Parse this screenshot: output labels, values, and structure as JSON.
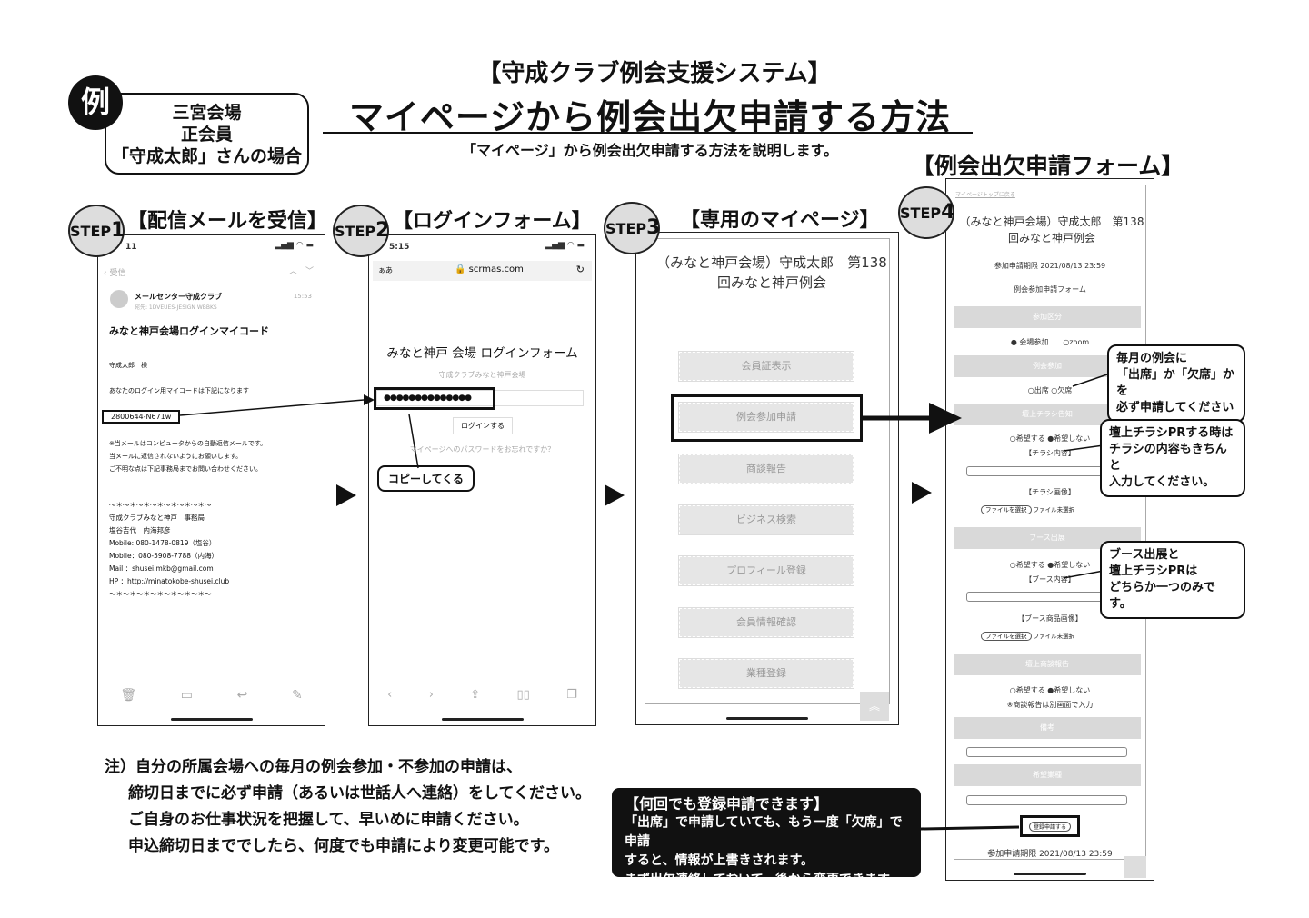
{
  "header": {
    "subtitle": "【守成クラブ例会支援システム】",
    "title": "マイページから例会出欠申請する方法",
    "description": "「マイページ」から例会出欠申請する方法を説明します。"
  },
  "example": {
    "badge": "例",
    "lines": [
      "三宮会場",
      "正会員",
      "「守成太郎」さんの場合"
    ]
  },
  "steps": [
    {
      "badge": "STEP",
      "num": "1",
      "title": "【配信メールを受信】"
    },
    {
      "badge": "STEP",
      "num": "2",
      "title": "【ログインフォーム】"
    },
    {
      "badge": "STEP",
      "num": "3",
      "title": "【専用のマイページ】"
    },
    {
      "badge": "STEP",
      "num": "4",
      "title": "【例会出欠申請フォーム】"
    }
  ],
  "mail": {
    "time": "11",
    "back": "受信",
    "sender": "メールセンター守成クラブ",
    "to": "宛先: 1DVEUES-JESIGN WBBKS",
    "recv_time": "15:53",
    "subject": "みなと神戸会場ログインマイコード",
    "greeting": "守成太郎　様",
    "intro": "あなたのログイン用マイコードは下記になります",
    "code": "2800644-N671w",
    "notice": [
      "※当メールはコンピュータからの自動返信メールです。",
      "当メールに返信されないようにお願いします。",
      "ご不明な点は下記事務局までお問い合わせください。"
    ],
    "signature": [
      "〜＊〜＊〜＊〜＊〜＊〜＊〜＊〜",
      "守成クラブみなと神戸　事務局",
      "塩谷吉代　内海邦彦",
      "Mobile: 080-1478-0819（塩谷）",
      "Mobile：080-5908-7788（内海）",
      "Mail ：shusei.mkb@gmail.com",
      "HP ：http://minatokobe-shusei.club",
      "〜＊〜＊〜＊〜＊〜＊〜＊〜＊〜"
    ]
  },
  "login": {
    "time": "5:15",
    "aa": "ぁあ",
    "url": "scrmas.com",
    "title": "みなと神戸 会場 ログインフォーム",
    "venue": "守成クラブみなと神戸会場",
    "password": "●●●●●●●●●●●●●●",
    "login_button": "ログインする",
    "forgot": "マイページへのパスワードをお忘れですか？",
    "copy_callout": "コピーしてくる"
  },
  "mypage": {
    "title": "（みなと神戸会場）守成太郎　第138回みなと神戸例会",
    "menu": [
      "会員証表示",
      "例会参加申請",
      "商談報告",
      "ビジネス検索",
      "プロフィール登録",
      "会員情報確認",
      "業種登録"
    ]
  },
  "form": {
    "back_link": "マイページトップに戻る",
    "title": "（みなと神戸会場）守成太郎　第138回みなと神戸例会",
    "deadline": "参加申請期限 2021/08/13 23:59",
    "form_title": "例会参加申請フォーム",
    "sections": [
      "参加区分",
      "例会参加",
      "壇上チラシ告知",
      "ブース出展",
      "壇上商談報告",
      "備考",
      "希望業種"
    ],
    "participation": [
      "会場参加",
      "zoom"
    ],
    "attendance": [
      "出席",
      "欠席"
    ],
    "wish": [
      "希望する",
      "希望しない"
    ],
    "flyer_content": "【チラシ内容】",
    "flyer_image": "【チラシ画像】",
    "file_button": "ファイルを選択",
    "no_file": "ファイル未選択",
    "booth_content": "【ブース内容】",
    "booth_image": "【ブース商品画像】",
    "talk_note": "※商談報告は別画面で入力",
    "submit": "登録申請する",
    "deadline_bottom": "参加申請期限 2021/08/13 23:59"
  },
  "callouts": {
    "attendance": [
      "毎月の例会に",
      "「出席」か「欠席」かを",
      "必ず申請してください"
    ],
    "flyer": [
      "壇上チラシPRする時は",
      "チラシの内容もきちんと",
      "入力してください。"
    ],
    "booth": [
      "ブース出展と",
      "壇上チラシPRは",
      "どちらか一つのみです。"
    ]
  },
  "note": {
    "lines": [
      "注）自分の所属会場への毎月の例会参加・不参加の申請は、",
      "締切日までに必ず申請（あるいは世話人へ連絡）をしてください。",
      "ご自身のお仕事状況を把握して、早いめに申請ください。",
      "申込締切日まででしたら、何度でも申請により変更可能です。"
    ]
  },
  "info_box": {
    "title": "【何回でも登録申請できます】",
    "lines": [
      "「出席」で申請していても、もう一度「欠席」で申請",
      "すると、情報が上書きされます。",
      "まず出欠連絡しておいて、後から変更できます。"
    ]
  }
}
